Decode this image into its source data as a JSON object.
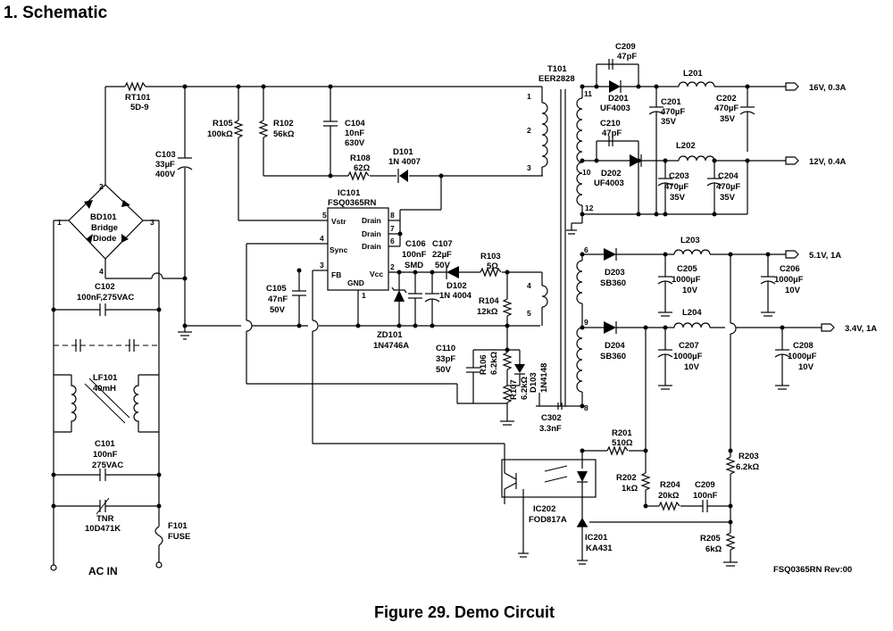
{
  "section_title": "1. Schematic",
  "figure_caption": "Figure 29. Demo Circuit",
  "revision": "FSQ0365RN Rev:00",
  "input": {
    "label": "AC IN"
  },
  "outputs": [
    {
      "label": "16V, 0.3A"
    },
    {
      "label": "12V, 0.4A"
    },
    {
      "label": "5.1V, 1A"
    },
    {
      "label": "3.4V, 1A"
    }
  ],
  "components": {
    "rt101": {
      "ref": "RT101",
      "value": "5D-9"
    },
    "bd101": {
      "ref": "BD101",
      "value1": "Bridge",
      "value2": "Diode",
      "pin1": "1",
      "pin2": "2",
      "pin3": "3",
      "pin4": "4"
    },
    "c103": {
      "ref": "C103",
      "value": "33µF",
      "rating": "400V"
    },
    "r105": {
      "ref": "R105",
      "value": "100kΩ"
    },
    "r102": {
      "ref": "R102",
      "value": "56kΩ"
    },
    "c104": {
      "ref": "C104",
      "value": "10nF",
      "rating": "630V"
    },
    "r108": {
      "ref": "R108",
      "value": "62Ω"
    },
    "d101": {
      "ref": "D101",
      "value": "1N 4007"
    },
    "ic101": {
      "ref": "IC101",
      "value": "FSQ0365RN",
      "pins": [
        "Vstr",
        "Sync",
        "FB",
        "GND",
        "Drain",
        "Drain",
        "Drain",
        "Vcc"
      ],
      "pin_numbers": [
        "5",
        "4",
        "3",
        "1",
        "8",
        "7",
        "6",
        "2"
      ]
    },
    "c106": {
      "ref": "C106",
      "value": "100nF",
      "rating": "SMD"
    },
    "c107": {
      "ref": "C107",
      "value": "22µF",
      "rating": "50V"
    },
    "r103": {
      "ref": "R103",
      "value": "5Ω"
    },
    "d102": {
      "ref": "D102",
      "value": "1N 4004"
    },
    "r104": {
      "ref": "R104",
      "value": "12kΩ"
    },
    "c105": {
      "ref": "C105",
      "value": "47nF",
      "rating": "50V"
    },
    "zd101": {
      "ref": "ZD101",
      "value": "1N4746A"
    },
    "c102": {
      "ref": "C102",
      "value": "100nF,275VAC"
    },
    "lf101": {
      "ref": "LF101",
      "value": "40mH"
    },
    "c101": {
      "ref": "C101",
      "value": "100nF",
      "rating": "275VAC"
    },
    "tnr": {
      "ref": "TNR",
      "value": "10D471K"
    },
    "f101": {
      "ref": "F101",
      "value": "FUSE"
    },
    "c110": {
      "ref": "C110",
      "value": "33pF",
      "rating": "50V"
    },
    "r106": {
      "ref": "R106",
      "value": "6.2kΩ"
    },
    "r107": {
      "ref": "R107",
      "value": "6.2kΩ"
    },
    "d103": {
      "ref": "D103",
      "value": "1N4148"
    },
    "c302": {
      "ref": "C302",
      "value": "3.3nF"
    },
    "t101": {
      "ref": "T101",
      "value": "EER2828",
      "pins": [
        "1",
        "2",
        "3",
        "4",
        "5",
        "6",
        "8",
        "9",
        "10",
        "11",
        "12"
      ]
    },
    "c209a": {
      "ref": "C209",
      "value": "47pF"
    },
    "c210": {
      "ref": "C210",
      "value": "47pF"
    },
    "d201": {
      "ref": "D201",
      "value": "UF4003"
    },
    "d202": {
      "ref": "D202",
      "value": "UF4003"
    },
    "c201": {
      "ref": "C201",
      "value": "470µF",
      "rating": "35V"
    },
    "l201": {
      "ref": "L201"
    },
    "c202": {
      "ref": "C202",
      "value": "470µF",
      "rating": "35V"
    },
    "l202": {
      "ref": "L202"
    },
    "c203": {
      "ref": "C203",
      "value": "470µF",
      "rating": "35V"
    },
    "c204": {
      "ref": "C204",
      "value": "470µF",
      "rating": "35V"
    },
    "d203": {
      "ref": "D203",
      "value": "SB360"
    },
    "l203": {
      "ref": "L203"
    },
    "c205": {
      "ref": "C205",
      "value": "1000µF",
      "rating": "10V"
    },
    "c206": {
      "ref": "C206",
      "value": "1000µF",
      "rating": "10V"
    },
    "d204": {
      "ref": "D204",
      "value": "SB360"
    },
    "l204": {
      "ref": "L204"
    },
    "c207": {
      "ref": "C207",
      "value": "1000µF",
      "rating": "10V"
    },
    "c208": {
      "ref": "C208",
      "value": "1000µF",
      "rating": "10V"
    },
    "r201": {
      "ref": "R201",
      "value": "510Ω"
    },
    "r202": {
      "ref": "R202",
      "value": "1kΩ"
    },
    "r204": {
      "ref": "R204",
      "value": "20kΩ"
    },
    "c209b": {
      "ref": "C209",
      "value": "100nF"
    },
    "r203": {
      "ref": "R203",
      "value": "6.2kΩ"
    },
    "r205": {
      "ref": "R205",
      "value": "6kΩ"
    },
    "ic202": {
      "ref": "IC202",
      "value": "FOD817A"
    },
    "ic201": {
      "ref": "IC201",
      "value": "KA431"
    }
  }
}
